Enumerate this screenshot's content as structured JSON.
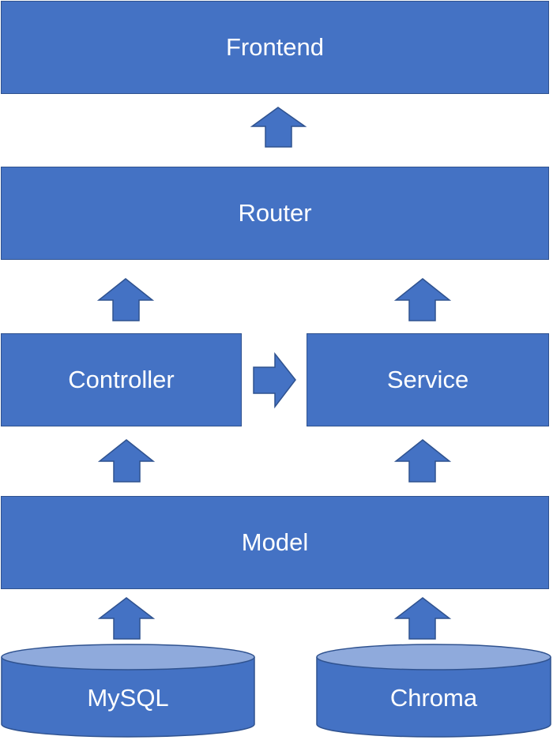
{
  "diagram": {
    "frontend": "Frontend",
    "router": "Router",
    "controller": "Controller",
    "service": "Service",
    "model": "Model",
    "mysql": "MySQL",
    "chroma": "Chroma"
  },
  "colors": {
    "fill": "#4472c4",
    "stroke": "#2f528f",
    "cylinder_top": "#8faadc",
    "text": "#ffffff"
  }
}
